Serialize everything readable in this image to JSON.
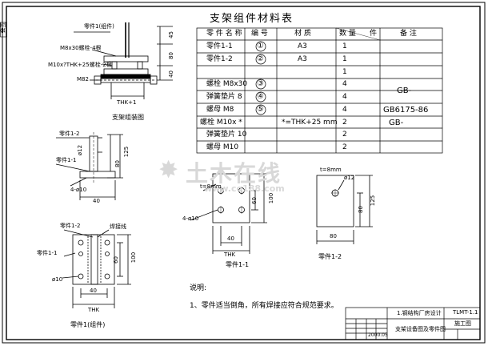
{
  "frame": {
    "side_tag": "会签"
  },
  "table": {
    "title": "支架组件材料表",
    "headers": [
      "零 件 名 称",
      "编  号",
      "材  质",
      "数  量",
      "件",
      "备  注"
    ],
    "rows": [
      {
        "name": "零件1-1",
        "code": "①",
        "material": "A3",
        "qty": "1",
        "note": ""
      },
      {
        "name": "零件1-2",
        "code": "②",
        "material": "A3",
        "qty": "1",
        "note": ""
      },
      {
        "name": "",
        "code": "",
        "material": "",
        "qty": "1",
        "note": ""
      },
      {
        "name": "螺栓 M8x30",
        "code": "③",
        "material": "",
        "qty": "4",
        "note": "GB-"
      },
      {
        "name": "弹簧垫片 8",
        "code": "④",
        "material": "",
        "qty": "4",
        "note": ""
      },
      {
        "name": "螺母 M8",
        "code": "⑤",
        "material": "",
        "qty": "4",
        "note": "GB6175-86"
      },
      {
        "name": "螺栓 M10x *",
        "code": "*=THK+25 mm",
        "material": "",
        "qty": "2",
        "note": "GB-"
      },
      {
        "name": "弹簧垫片 10",
        "code": "",
        "material": "",
        "qty": "2",
        "note": ""
      },
      {
        "name": "螺母 M10",
        "code": "",
        "material": "",
        "qty": "2",
        "note": ""
      }
    ]
  },
  "assembly": {
    "caption": "支架组装图",
    "labels": [
      "零件1(组件)",
      "M8x30螺栓-4根",
      "M10x?THK+25螺栓-2根",
      "M82",
      "THK+1"
    ],
    "dims": [
      "45",
      "80",
      "40"
    ]
  },
  "part_side": {
    "labels": [
      "零件1-2",
      "零件1-1",
      "4-ø10"
    ],
    "dims": [
      "ø12",
      "80",
      "125",
      "40"
    ]
  },
  "part_1_1": {
    "caption": "零件1-1",
    "labels": [
      "t=8mm",
      "4-ø10"
    ],
    "dims": [
      "60",
      "100",
      "40",
      "THK"
    ]
  },
  "part_1_2": {
    "caption": "零件1-2",
    "labels": [
      "t=8mm",
      "ø12"
    ],
    "dims": [
      "125",
      "80",
      "80"
    ]
  },
  "part_assy_front": {
    "caption": "零件1(组件)",
    "labels": [
      "零件1-2",
      "零件1-1",
      "焊接线",
      "ø10"
    ],
    "dims": [
      "60",
      "100",
      "40",
      "THK"
    ]
  },
  "notes": {
    "heading": "说明:",
    "line1": "1、零件适当倒角，所有焊接应符合规范要求。"
  },
  "title_block": {
    "project": "1.钢结构厂房设计",
    "drawing": "支架设备图及零件图",
    "drawing_no": "TLMT-1.1",
    "stage": "施工图",
    "date": "2000.05"
  },
  "watermark": {
    "brand": "土木在线",
    "url": "www.co188.com"
  },
  "colors": {
    "ink": "#000000",
    "paper": "#ffffff",
    "watermark": "#d8d8d8"
  }
}
